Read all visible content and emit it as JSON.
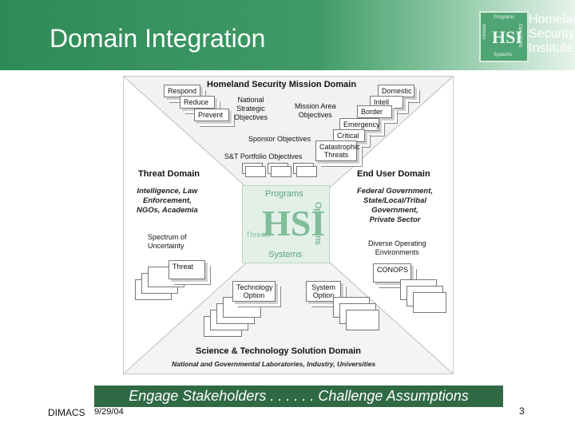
{
  "slide": {
    "title": "Domain Integration",
    "organization": "Homeland\nSecurity\nInstitute",
    "tagline": "Engage Stakeholders . . . . . . Challenge Assumptions",
    "footer_left": "DIMACS",
    "footer_date": "9/29/04",
    "page_number": "3"
  },
  "logo": {
    "mark": "HSI",
    "top": "Programs",
    "right": "Operations",
    "bottom": "Systems",
    "left": "Threats"
  },
  "diagram": {
    "mission_domain": "Homeland Security Mission Domain",
    "mission_left": [
      "Respond",
      "Reduce",
      "Prevent"
    ],
    "national_objectives": "National\nStrategic\nObjectives",
    "mission_area_objectives": "Mission Area\nObjectives",
    "mission_right": [
      "Domestic",
      "Intell",
      "Border",
      "Emergency",
      "Critical"
    ],
    "catastrophic_threats": "Catastrophic\nThreats",
    "sponsor_objectives": "Sponsor Objectives",
    "portfolio_objectives": "S&T Portfolio Objectives",
    "threat_domain": "Threat Domain",
    "threat_desc": "Intelligence, Law\nEnforcement,\nNGOs, Academia",
    "spectrum": "Spectrum of\nUncertainty",
    "threat_card": "Threat",
    "end_user_domain": "End User Domain",
    "end_user_desc": "Federal Government,\nState/Local/Tribal\nGovernment,\nPrivate Sector",
    "diverse": "Diverse Operating\nEnvironments",
    "conops": "CONOPS",
    "technology_option": "Technology\nOption",
    "system_option": "System\nOption",
    "center": {
      "programs": "Programs",
      "operations": "Operations",
      "systems": "Systems",
      "threats": "Threats",
      "mark": "HSI"
    },
    "solution_domain": "Science & Technology Solution Domain",
    "solution_desc": "National and Governmental Laboratories, Industry, Universities"
  }
}
